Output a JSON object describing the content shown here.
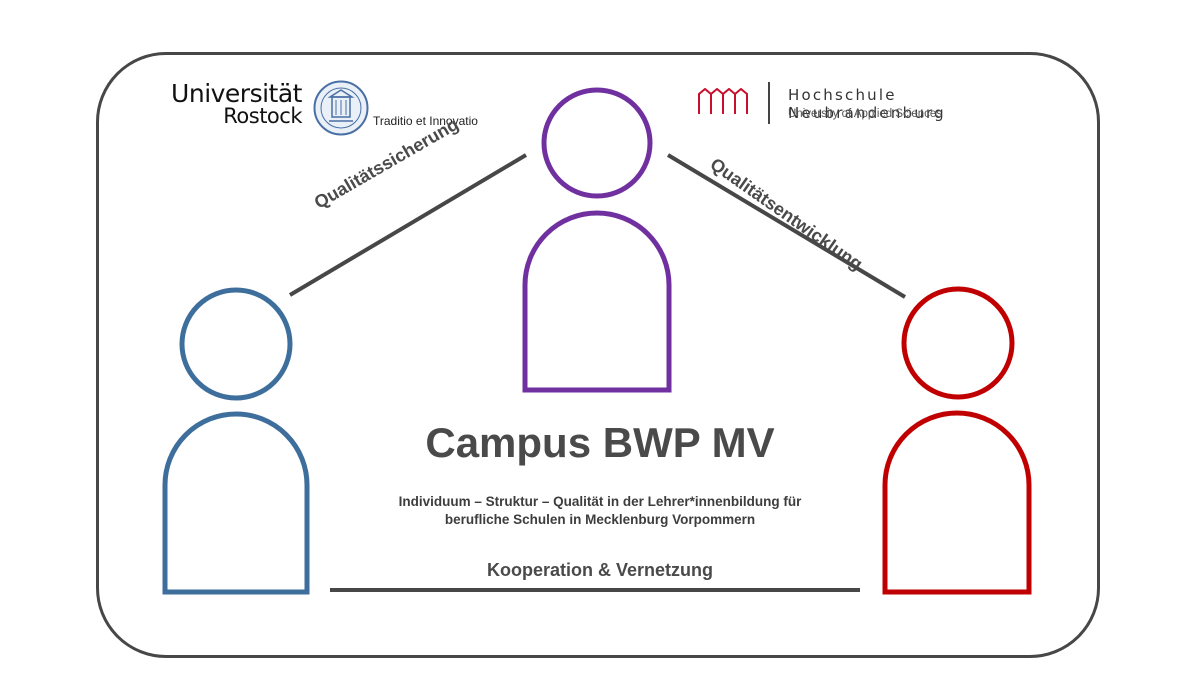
{
  "logos": {
    "uni_rostock": {
      "name_line1": "Universität",
      "name_line2": "Rostock",
      "motto": "Traditio et Innovatio",
      "seal_icon": "university-seal-icon"
    },
    "hs_neubrandenburg": {
      "name": "Hochschule Neubrandenburg",
      "subtitle": "University of Applied Sciences",
      "mark_icon": "hs-building-mark-icon",
      "mark_color": "#c8102e"
    }
  },
  "diagram": {
    "title": "Campus BWP MV",
    "subtitle_line1": "Individuum – Struktur – Qualität in der Lehrer*innenbildung für",
    "subtitle_line2": "berufliche Schulen in Mecklenburg Vorpommern",
    "connections": {
      "left_top": "Qualitätssicherung",
      "top_right": "Qualitätsentwicklung",
      "bottom": "Kooperation & Vernetzung"
    },
    "figures": {
      "left": {
        "color": "#3d6e9c"
      },
      "center": {
        "color": "#7030a0"
      },
      "right": {
        "color": "#c00000"
      }
    },
    "colors": {
      "frame": "#474747",
      "connector": "#474747",
      "text": "#4a4a4a"
    }
  }
}
